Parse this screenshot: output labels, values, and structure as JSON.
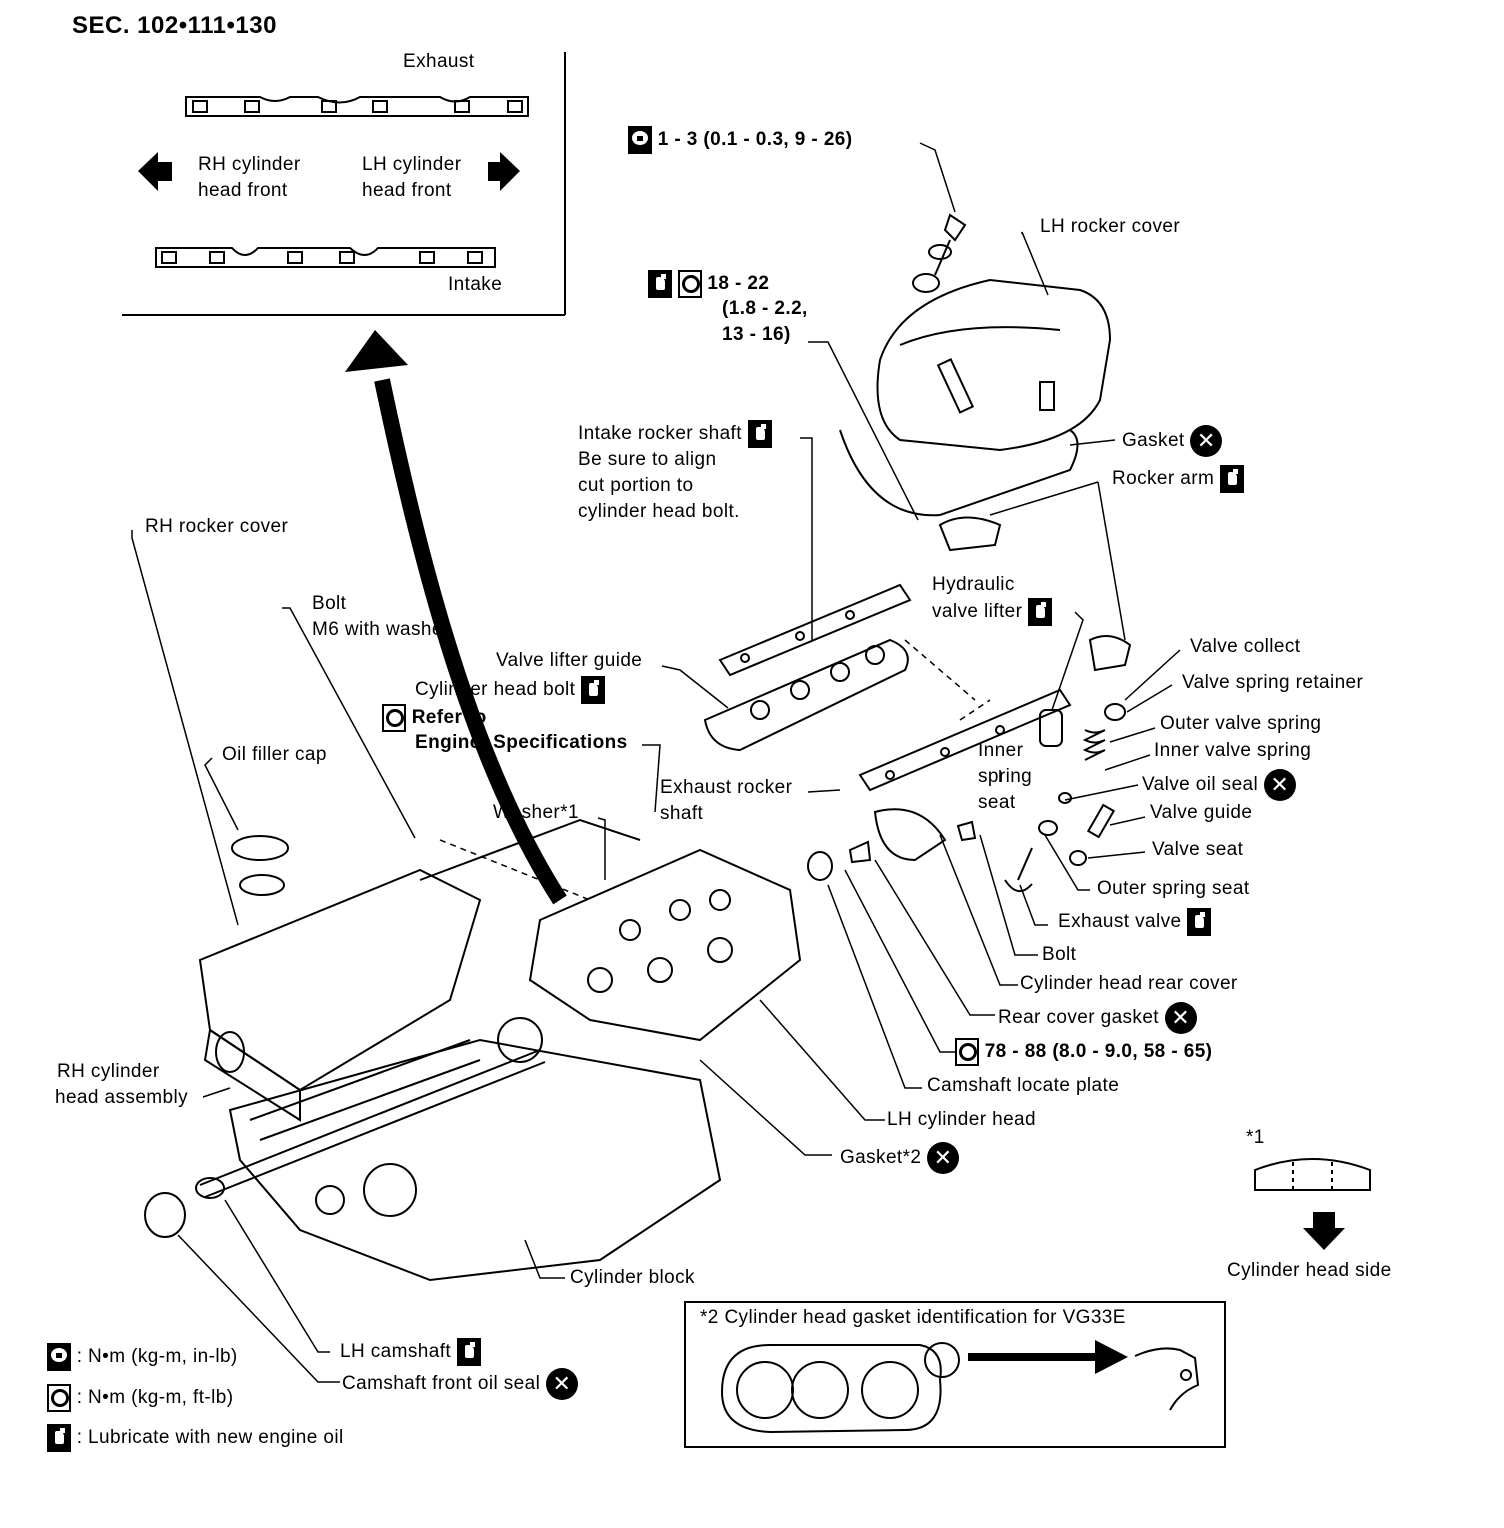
{
  "section": "SEC. 102•111•130",
  "inset": {
    "exhaust": "Exhaust",
    "intake": "Intake",
    "rh_front_1": "RH cylinder",
    "rh_front_2": "head front",
    "lh_front_1": "LH cylinder",
    "lh_front_2": "head front"
  },
  "torque": {
    "t1": "1 - 3 (0.1 - 0.3, 9 - 26)",
    "t2_1": "18 - 22",
    "t2_2": "(1.8 - 2.2,",
    "t2_3": "13 - 16)",
    "t3": "78 - 88 (8.0 - 9.0, 58 - 65)",
    "refer_1": "Refer to",
    "refer_2": "Engine; Specifications"
  },
  "labels": {
    "lh_rocker_cover": "LH rocker cover",
    "gasket": "Gasket",
    "rocker_arm": "Rocker arm",
    "intake_shaft_1": "Intake rocker shaft",
    "intake_shaft_2": "Be sure to align",
    "intake_shaft_3": "cut portion to",
    "intake_shaft_4": "cylinder head bolt.",
    "rh_rocker_cover": "RH rocker cover",
    "bolt_m6_1": "Bolt",
    "bolt_m6_2": "M6 with washer",
    "valve_lifter_guide": "Valve lifter guide",
    "cylinder_head_bolt": "Cylinder head bolt",
    "hydraulic_1": "Hydraulic",
    "hydraulic_2": "valve lifter",
    "valve_collect": "Valve collect",
    "valve_spring_retainer": "Valve spring retainer",
    "outer_valve_spring": "Outer valve spring",
    "inner_valve_spring": "Inner valve spring",
    "valve_oil_seal": "Valve oil seal",
    "valve_guide": "Valve guide",
    "valve_seat": "Valve seat",
    "outer_spring_seat": "Outer spring seat",
    "exhaust_valve": "Exhaust valve",
    "inner_spring_1": "Inner",
    "inner_spring_2": "spring",
    "inner_spring_3": "seat",
    "oil_filler_cap": "Oil filler cap",
    "exhaust_shaft_1": "Exhaust rocker",
    "exhaust_shaft_2": "shaft",
    "washer": "Washer*1",
    "bolt": "Bolt",
    "rear_cover": "Cylinder head rear cover",
    "rear_cover_gasket": "Rear cover gasket",
    "camshaft_locate_plate": "Camshaft locate plate",
    "lh_cylinder_head": "LH cylinder head",
    "gasket2": "Gasket*2",
    "rh_assembly_1": "RH cylinder",
    "rh_assembly_2": "head assembly",
    "cylinder_block": "Cylinder block",
    "lh_camshaft": "LH camshaft",
    "front_oil_seal": "Camshaft front oil seal"
  },
  "note1": {
    "mark": "*1",
    "caption": "Cylinder head side"
  },
  "note2": {
    "caption": "*2 Cylinder head gasket identification for VG33E"
  },
  "legend": {
    "nm_inlb": ": N•m (kg-m, in-lb)",
    "nm_ftlb": ": N•m (kg-m, ft-lb)",
    "lube": ": Lubricate with new engine oil"
  }
}
